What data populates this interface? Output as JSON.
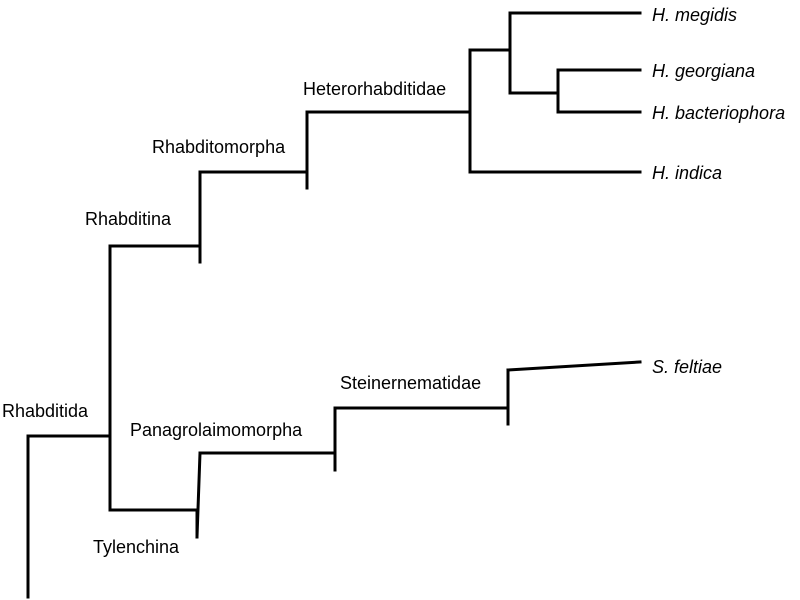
{
  "tree": {
    "root_label": "Rhabditida",
    "suborders": {
      "rhabditina": "Rhabditina",
      "tylenchina": "Tylenchina"
    },
    "infraorders": {
      "rhabditomorpha": "Rhabditomorpha",
      "panagrolaimomorpha": "Panagrolaimomorpha"
    },
    "families": {
      "heterorhabditidae": "Heterorhabditidae",
      "steinernematidae": "Steinernematidae"
    },
    "species": {
      "h_megidis": "H. megidis",
      "h_georgiana": "H. georgiana",
      "h_bacteriophora": "H. bacteriophora",
      "h_indica": "H. indica",
      "s_feltiae": "S. feltiae"
    }
  },
  "colors": {
    "line": "#000000",
    "text": "#000000",
    "background": "#ffffff"
  }
}
